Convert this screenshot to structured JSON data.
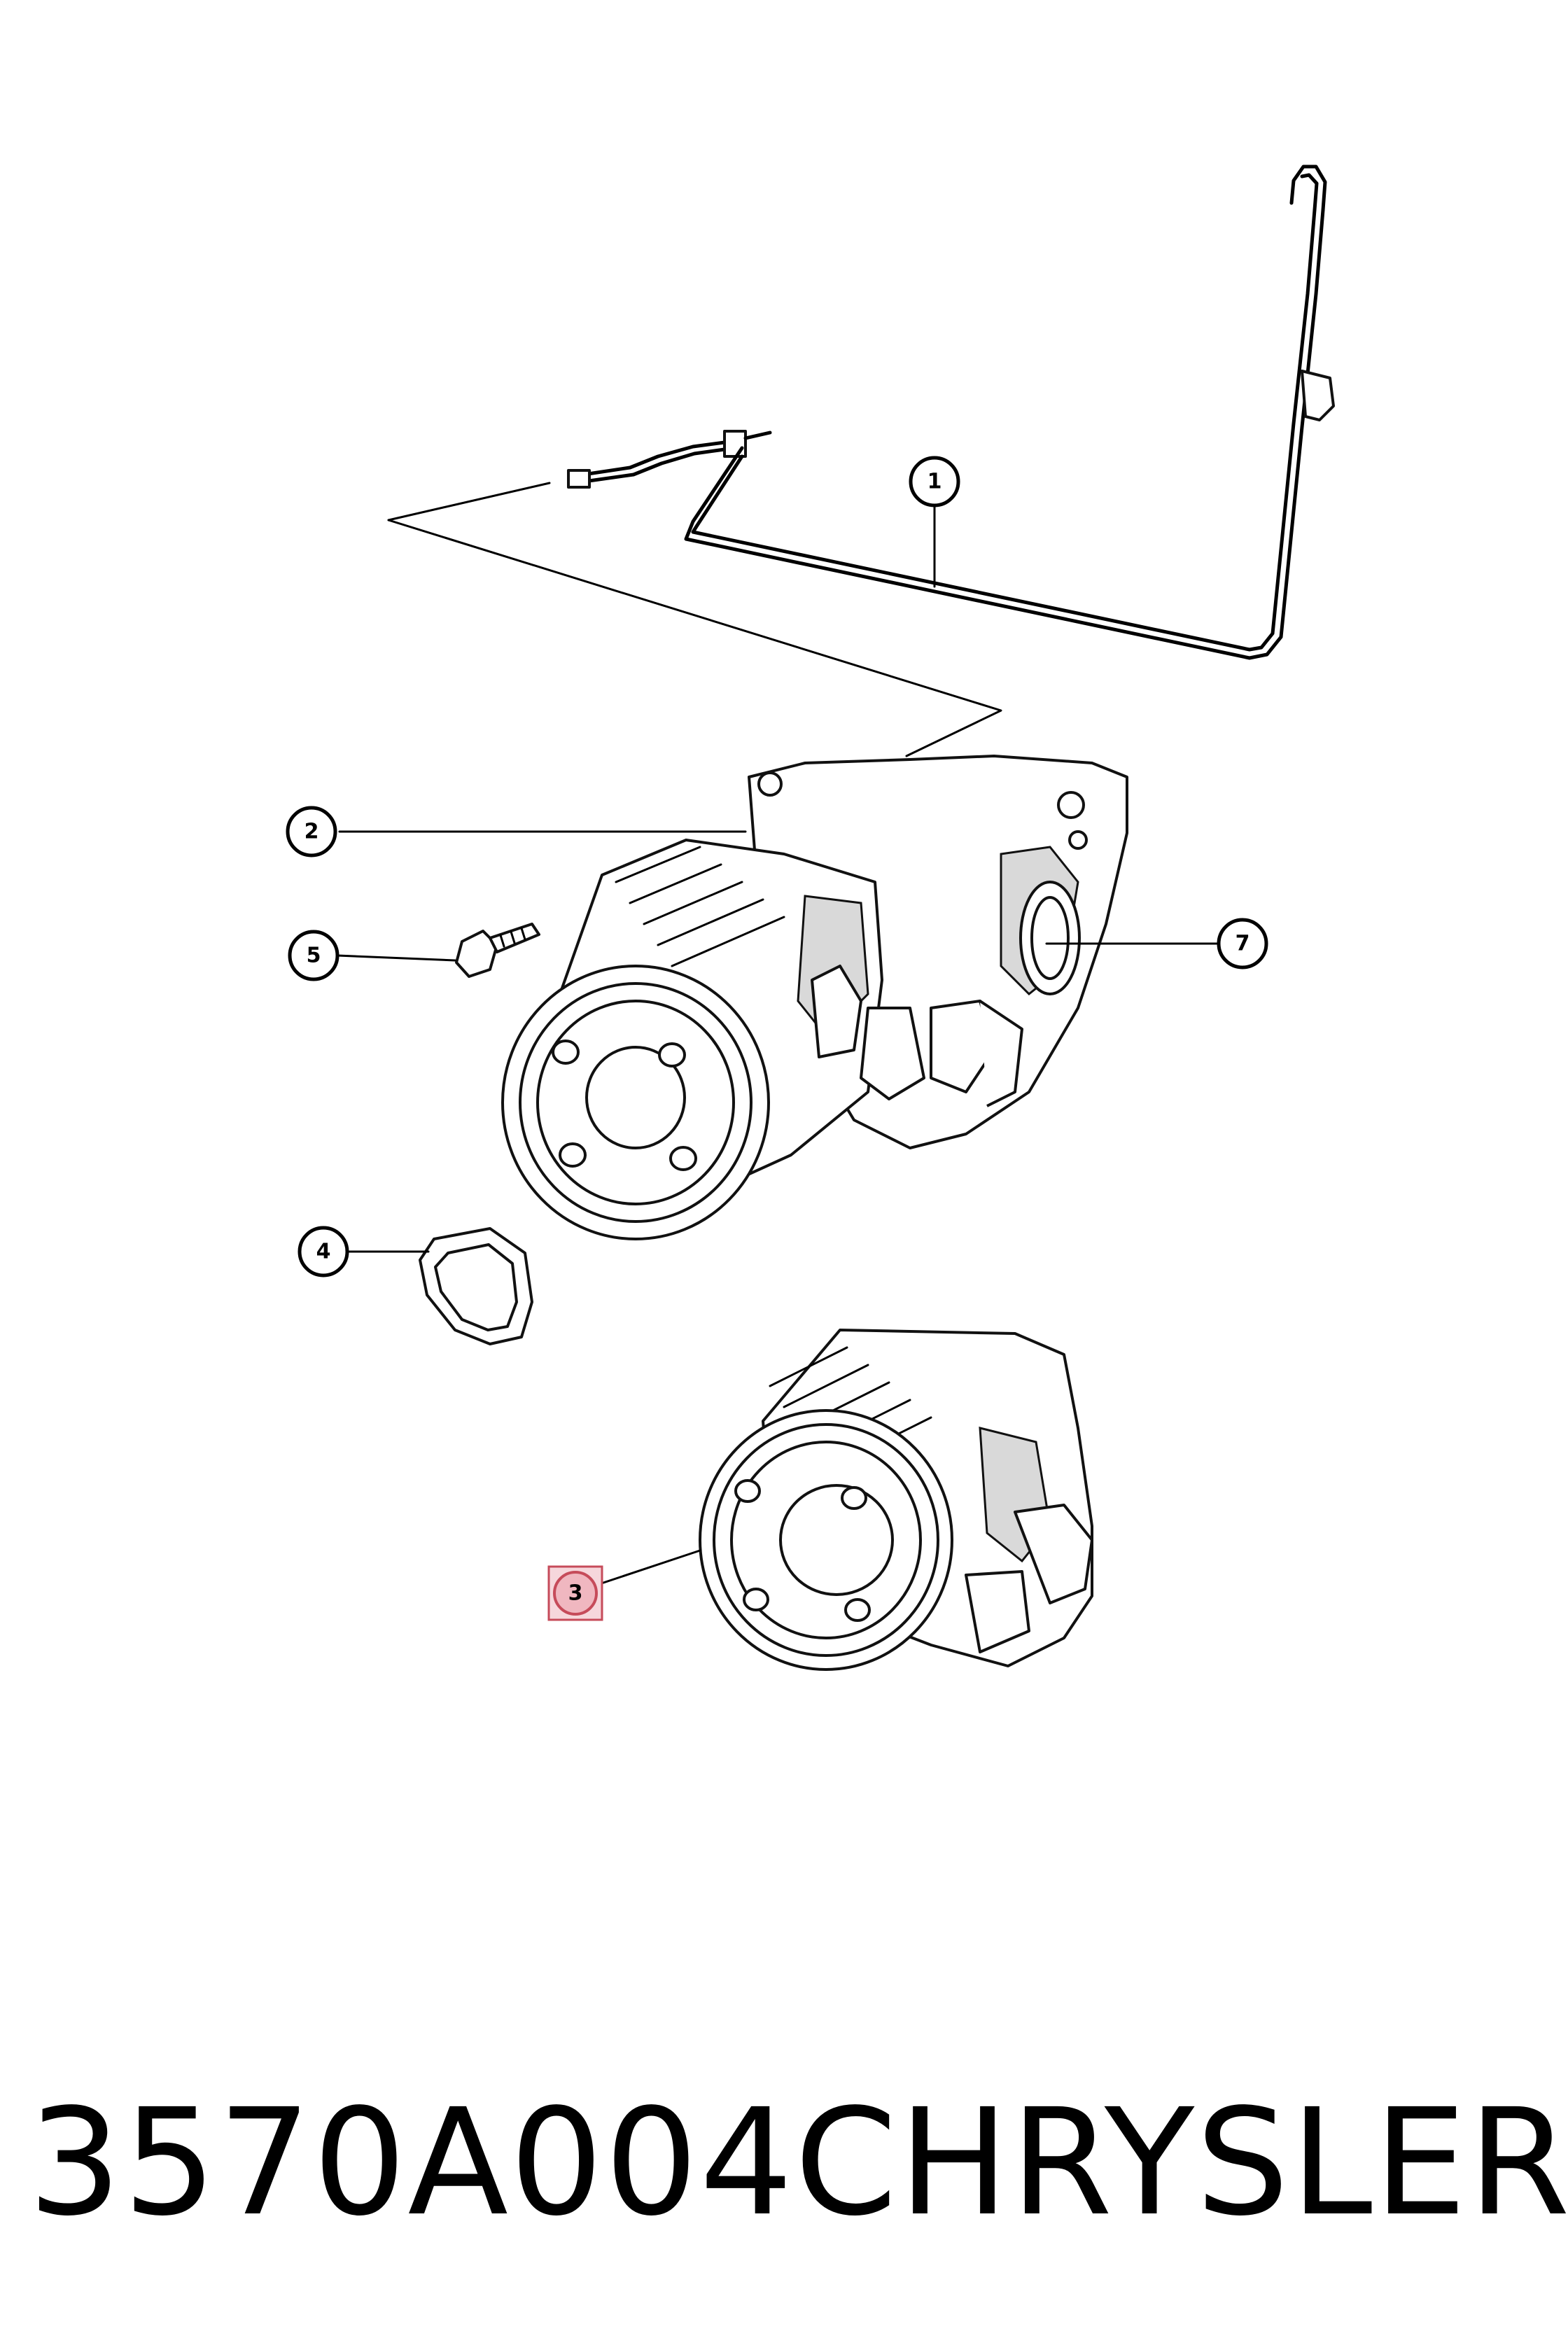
{
  "callouts": [
    {
      "id": "callout-1",
      "label": "1"
    },
    {
      "id": "callout-2",
      "label": "2"
    },
    {
      "id": "callout-3",
      "label": "3"
    },
    {
      "id": "callout-4",
      "label": "4"
    },
    {
      "id": "callout-5",
      "label": "5"
    },
    {
      "id": "callout-7",
      "label": "7"
    }
  ],
  "caption": {
    "part_number": "3570A004",
    "brand": "CHRYSLER"
  },
  "highlighted_callout": "3",
  "colors": {
    "line": "#000000",
    "highlight": "#c64b5a"
  }
}
